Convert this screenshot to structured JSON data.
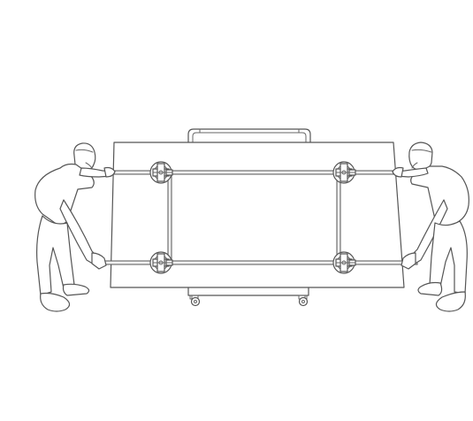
{
  "illustration": {
    "subject": "",
    "colors": {
      "stroke": "#555555",
      "background": "#ffffff",
      "fill_light": "#f0f0f0"
    },
    "figures": [
      "left-person",
      "right-person"
    ],
    "suction_cups": 4
  }
}
